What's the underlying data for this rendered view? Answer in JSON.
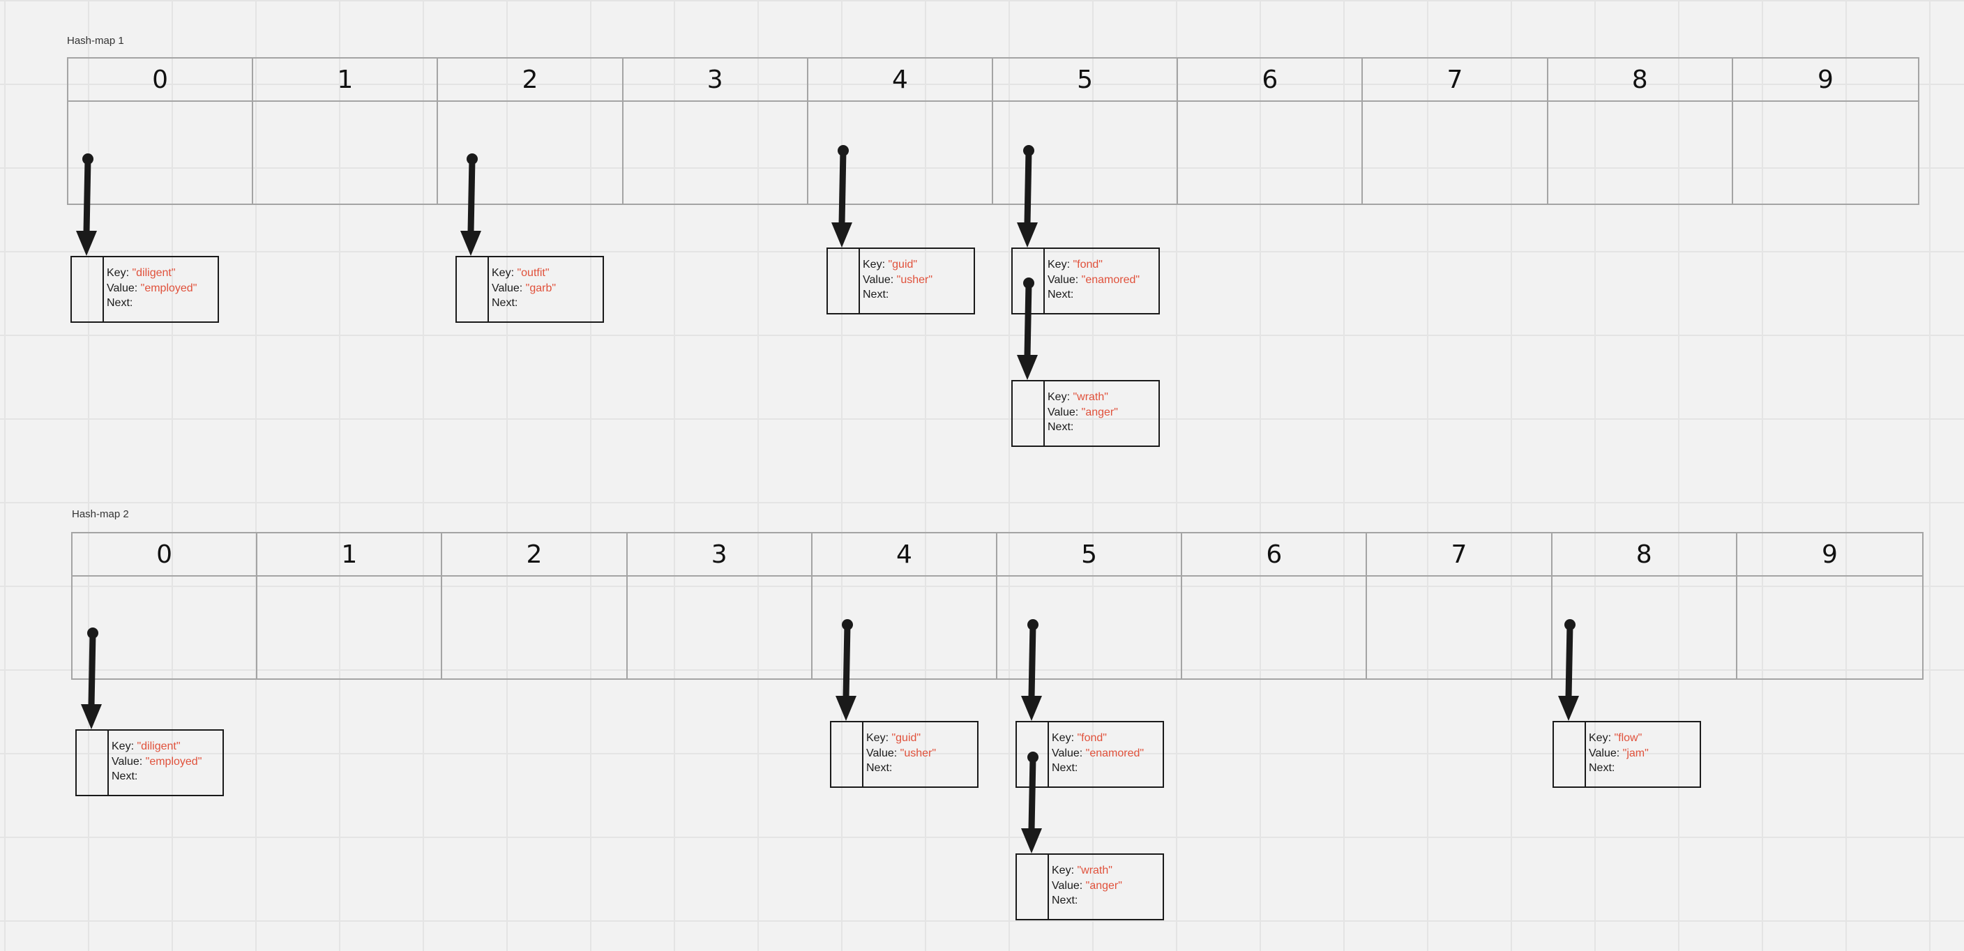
{
  "maps": [
    {
      "title": "Hash-map 1",
      "buckets": [
        "0",
        "1",
        "2",
        "3",
        "4",
        "5",
        "6",
        "7",
        "8",
        "9"
      ],
      "nodes": [
        {
          "key": "\"diligent\"",
          "value": "\"employed\""
        },
        {
          "key": "\"outfit\"",
          "value": "\"garb\""
        },
        {
          "key": "\"guid\"",
          "value": "\"usher\""
        },
        {
          "key": "\"fond\"",
          "value": "\"enamored\""
        },
        {
          "key": "\"wrath\"",
          "value": "\"anger\""
        }
      ]
    },
    {
      "title": "Hash-map 2",
      "buckets": [
        "0",
        "1",
        "2",
        "3",
        "4",
        "5",
        "6",
        "7",
        "8",
        "9"
      ],
      "nodes": [
        {
          "key": "\"diligent\"",
          "value": "\"employed\""
        },
        {
          "key": "\"guid\"",
          "value": "\"usher\""
        },
        {
          "key": "\"fond\"",
          "value": "\"enamored\""
        },
        {
          "key": "\"wrath\"",
          "value": "\"anger\""
        },
        {
          "key": "\"flow\"",
          "value": "\"jam\""
        }
      ]
    }
  ],
  "labels": {
    "key": "Key:",
    "value": "Value:",
    "next": "Next:"
  },
  "colors": {
    "string_literal": "#e0513b",
    "line": "#1a1a1a",
    "table_border": "#a4a4a4"
  }
}
